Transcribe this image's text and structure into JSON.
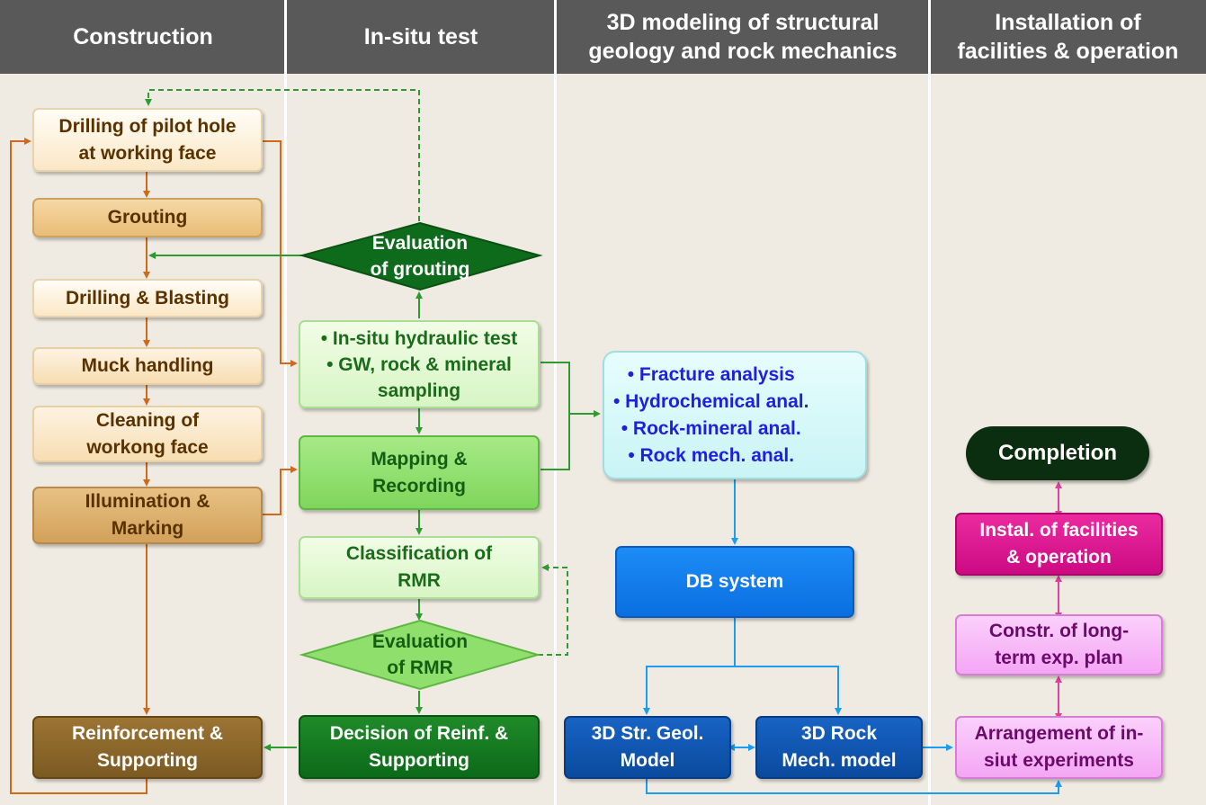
{
  "headers": {
    "construction": [
      "Construction"
    ],
    "insitu": [
      "In-situ test"
    ],
    "modeling": [
      "3D modeling of structural",
      "geology and rock mechanics"
    ],
    "installation": [
      "Installation of",
      "facilities & operation"
    ]
  },
  "construction": {
    "pilot_hole": [
      "Drilling of pilot hole",
      "at working face"
    ],
    "grouting": [
      "Grouting"
    ],
    "drilling_blasting": [
      "Drilling & Blasting"
    ],
    "muck_handling": [
      "Muck handling"
    ],
    "cleaning": [
      "Cleaning of",
      "workong face"
    ],
    "illumination": [
      "Illumination &",
      "Marking"
    ],
    "reinforcement": [
      "Reinforcement &",
      "Supporting"
    ]
  },
  "insitu": {
    "eval_grouting": [
      "Evaluation",
      "of grouting"
    ],
    "hydraulic": [
      "• In-situ hydraulic test",
      "• GW, rock & mineral",
      "sampling"
    ],
    "mapping": [
      "Mapping &",
      "Recording"
    ],
    "rmr_class": [
      "Classification of",
      "RMR"
    ],
    "eval_rmr": [
      "Evaluation",
      "of RMR"
    ],
    "decision": [
      "Decision of Reinf. &",
      "Supporting"
    ]
  },
  "modeling": {
    "analyses": [
      "• Fracture analysis",
      "• Hydrochemical anal.",
      "• Rock-mineral anal.",
      "• Rock mech. anal."
    ],
    "db": [
      "DB system"
    ],
    "geol_model": [
      "3D Str. Geol.",
      "Model"
    ],
    "rock_model": [
      "3D Rock",
      "Mech. model"
    ]
  },
  "installation": {
    "completion": [
      "Completion"
    ],
    "instal": [
      "Instal. of facilities",
      "& operation"
    ],
    "constr": [
      "Constr. of long-",
      "term exp. plan"
    ],
    "arrangement": [
      "Arrangement of in-",
      "siut experiments"
    ]
  },
  "colors": {
    "orange_arrow": "#d06a1a",
    "green_arrow": "#2f9a2f",
    "blue_arrow": "#1a9cf0",
    "pink_arrow": "#e0409a",
    "header_bg": "#595959"
  }
}
